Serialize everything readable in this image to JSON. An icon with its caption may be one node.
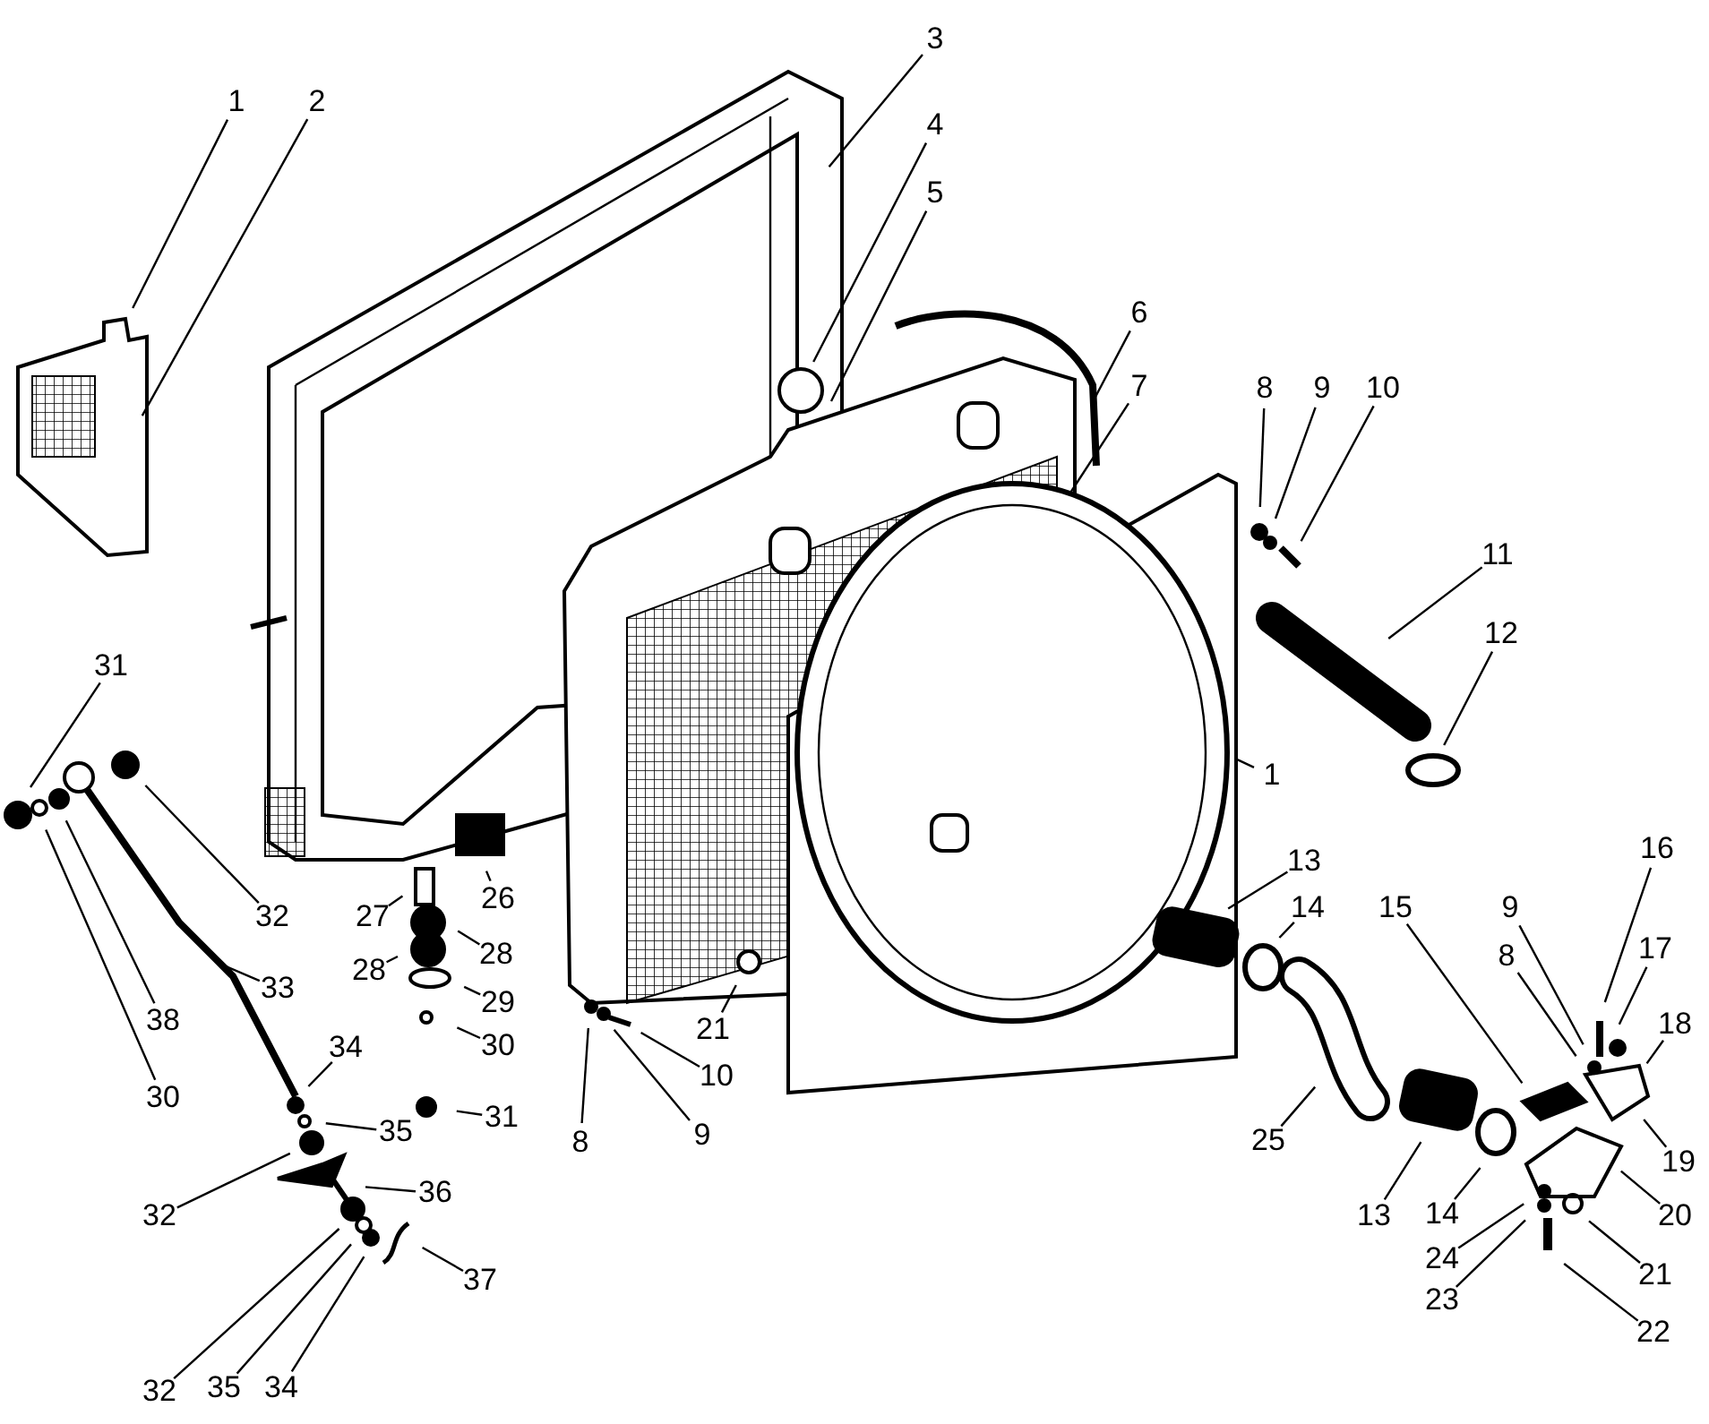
{
  "diagram": {
    "nodes": [
      {
        "text": [
          "1"
        ]
      },
      {
        "text": [
          "2"
        ]
      },
      {
        "text": [
          "3"
        ]
      },
      {
        "text": [
          "4"
        ]
      },
      {
        "text": [
          "5"
        ]
      },
      {
        "text": [
          "6"
        ]
      },
      {
        "text": [
          "7"
        ]
      },
      {
        "text": [
          "8"
        ]
      },
      {
        "text": [
          "9"
        ]
      },
      {
        "text": [
          "10"
        ]
      },
      {
        "text": [
          "11"
        ]
      },
      {
        "text": [
          "12"
        ]
      },
      {
        "text": [
          "1"
        ]
      },
      {
        "text": [
          "31"
        ]
      },
      {
        "text": [
          "32"
        ]
      },
      {
        "text": [
          "33"
        ]
      },
      {
        "text": [
          "38"
        ]
      },
      {
        "text": [
          "30"
        ]
      },
      {
        "text": [
          "26"
        ]
      },
      {
        "text": [
          "27"
        ]
      },
      {
        "text": [
          "28"
        ]
      },
      {
        "text": [
          "28"
        ]
      },
      {
        "text": [
          "29"
        ]
      },
      {
        "text": [
          "30"
        ]
      },
      {
        "text": [
          "31"
        ]
      },
      {
        "text": [
          "21"
        ]
      },
      {
        "text": [
          "10"
        ]
      },
      {
        "text": [
          "9"
        ]
      },
      {
        "text": [
          "8"
        ]
      },
      {
        "text": [
          "13"
        ]
      },
      {
        "text": [
          "14"
        ]
      },
      {
        "text": [
          "25"
        ]
      },
      {
        "text": [
          "15"
        ]
      },
      {
        "text": [
          "9"
        ]
      },
      {
        "text": [
          "8"
        ]
      },
      {
        "text": [
          "16"
        ]
      },
      {
        "text": [
          "17"
        ]
      },
      {
        "text": [
          "18"
        ]
      },
      {
        "text": [
          "19"
        ]
      },
      {
        "text": [
          "13"
        ]
      },
      {
        "text": [
          "14"
        ]
      },
      {
        "text": [
          "20"
        ]
      },
      {
        "text": [
          "24"
        ]
      },
      {
        "text": [
          "21"
        ]
      },
      {
        "text": [
          "23"
        ]
      },
      {
        "text": [
          "22"
        ]
      },
      {
        "text": [
          "34"
        ]
      },
      {
        "text": [
          "35"
        ]
      },
      {
        "text": [
          "32"
        ]
      },
      {
        "text": [
          "36"
        ]
      },
      {
        "text": [
          "37"
        ]
      },
      {
        "text": [
          "32"
        ]
      },
      {
        "text": [
          "35"
        ]
      },
      {
        "text": [
          "34"
        ]
      }
    ],
    "edges": [
      {
        "from": 0,
        "to": null,
        "arrow": "none"
      },
      {
        "from": 1,
        "to": null,
        "arrow": "none"
      },
      {
        "from": 2,
        "to": null,
        "arrow": "none"
      },
      {
        "from": 3,
        "to": null,
        "arrow": "none"
      },
      {
        "from": 4,
        "to": null,
        "arrow": "none"
      },
      {
        "from": 5,
        "to": null,
        "arrow": "none"
      },
      {
        "from": 6,
        "to": null,
        "arrow": "none"
      },
      {
        "from": 7,
        "to": null,
        "arrow": "none"
      },
      {
        "from": 8,
        "to": null,
        "arrow": "none"
      },
      {
        "from": 9,
        "to": null,
        "arrow": "none"
      },
      {
        "from": 10,
        "to": null,
        "arrow": "none"
      },
      {
        "from": 11,
        "to": null,
        "arrow": "none"
      },
      {
        "from": 12,
        "to": null,
        "arrow": "none"
      },
      {
        "from": 13,
        "to": null,
        "arrow": "none"
      },
      {
        "from": 14,
        "to": null,
        "arrow": "none"
      },
      {
        "from": 15,
        "to": null,
        "arrow": "none"
      },
      {
        "from": 16,
        "to": null,
        "arrow": "none"
      },
      {
        "from": 17,
        "to": null,
        "arrow": "none"
      },
      {
        "from": 18,
        "to": null,
        "arrow": "none"
      },
      {
        "from": 19,
        "to": null,
        "arrow": "none"
      },
      {
        "from": 20,
        "to": null,
        "arrow": "none"
      },
      {
        "from": 21,
        "to": null,
        "arrow": "none"
      },
      {
        "from": 22,
        "to": null,
        "arrow": "none"
      },
      {
        "from": 23,
        "to": null,
        "arrow": "none"
      },
      {
        "from": 24,
        "to": null,
        "arrow": "none"
      },
      {
        "from": 25,
        "to": null,
        "arrow": "none"
      },
      {
        "from": 26,
        "to": null,
        "arrow": "none"
      },
      {
        "from": 27,
        "to": null,
        "arrow": "none"
      },
      {
        "from": 28,
        "to": null,
        "arrow": "none"
      },
      {
        "from": 29,
        "to": null,
        "arrow": "none"
      },
      {
        "from": 30,
        "to": null,
        "arrow": "none"
      },
      {
        "from": 31,
        "to": null,
        "arrow": "none"
      },
      {
        "from": 32,
        "to": null,
        "arrow": "none"
      },
      {
        "from": 33,
        "to": null,
        "arrow": "none"
      },
      {
        "from": 34,
        "to": null,
        "arrow": "none"
      },
      {
        "from": 35,
        "to": null,
        "arrow": "none"
      },
      {
        "from": 36,
        "to": null,
        "arrow": "none"
      },
      {
        "from": 37,
        "to": null,
        "arrow": "none"
      },
      {
        "from": 38,
        "to": null,
        "arrow": "none"
      },
      {
        "from": 39,
        "to": null,
        "arrow": "none"
      },
      {
        "from": 40,
        "to": null,
        "arrow": "none"
      },
      {
        "from": 41,
        "to": null,
        "arrow": "none"
      },
      {
        "from": 42,
        "to": null,
        "arrow": "none"
      },
      {
        "from": 43,
        "to": null,
        "arrow": "none"
      },
      {
        "from": 44,
        "to": null,
        "arrow": "none"
      },
      {
        "from": 45,
        "to": null,
        "arrow": "none"
      },
      {
        "from": 46,
        "to": null,
        "arrow": "none"
      },
      {
        "from": 47,
        "to": null,
        "arrow": "none"
      },
      {
        "from": 48,
        "to": null,
        "arrow": "none"
      },
      {
        "from": 49,
        "to": null,
        "arrow": "none"
      },
      {
        "from": 50,
        "to": null,
        "arrow": "none"
      },
      {
        "from": 51,
        "to": null,
        "arrow": "none"
      },
      {
        "from": 52,
        "to": null,
        "arrow": "none"
      },
      {
        "from": 53,
        "to": null,
        "arrow": "none"
      }
    ]
  }
}
